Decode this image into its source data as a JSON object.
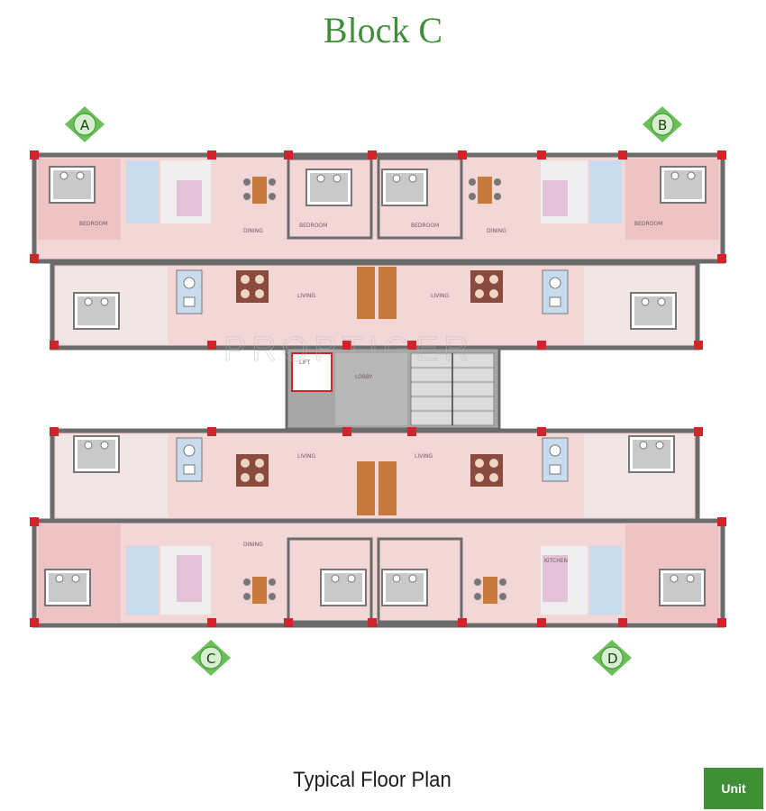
{
  "title": "Block C",
  "caption": "Typical Floor Plan",
  "unit_button": "Unit",
  "watermark": "PROPTIGER",
  "markers": [
    "A",
    "B",
    "C",
    "D"
  ],
  "rooms": {
    "bedroom_a": "BEDROOM",
    "dining": "DINING",
    "bedroom_mid": "BEDROOM",
    "living": "LIVING",
    "kitchen": "KITCHEN",
    "lift": "LIFT",
    "lobby": "LOBBY"
  },
  "colors": {
    "title_green": "#3f8f3a",
    "room_pink": "#f3d7d6",
    "bedroom_pink": "#eec3c4",
    "bath_blue": "#c9dcee",
    "wall_grey": "#6b6b6b",
    "column_red": "#d0232a",
    "marker_green": "#6bbf59",
    "lobby_grey": "#a7a7a7"
  }
}
